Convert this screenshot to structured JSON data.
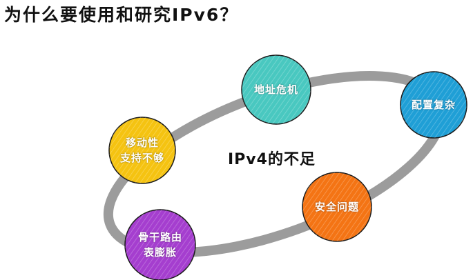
{
  "title": "为什么要使用和研究IPv6？",
  "center": "IPv4的不足",
  "nodes": [
    {
      "id": "addr",
      "label": "地址危机",
      "color": "#49c8c0"
    },
    {
      "id": "config",
      "label": "配置复杂",
      "color": "#1f9fd6"
    },
    {
      "id": "security",
      "label": "安全问题",
      "color": "#f47414"
    },
    {
      "id": "routing",
      "label": "骨干路由\n表膨胀",
      "color": "#a53ecf"
    },
    {
      "id": "mobility",
      "label": "移动性\n支持不够",
      "color": "#f5c311"
    }
  ],
  "ring_color": "#9c9c9c"
}
